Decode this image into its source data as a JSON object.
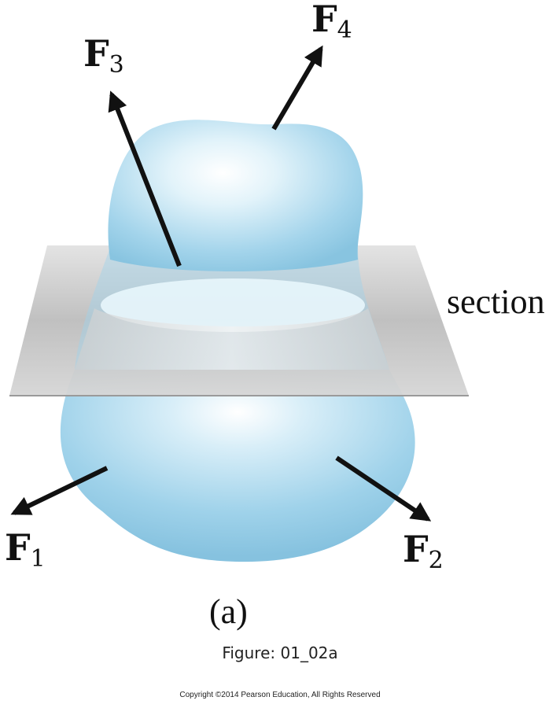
{
  "figure": {
    "section_label": "section",
    "part_label": "(a)",
    "caption": "Figure: 01_02a",
    "copyright": "Copyright ©2014 Pearson Education, All Rights Reserved",
    "forces": [
      {
        "symbol": "F",
        "subscript": "1"
      },
      {
        "symbol": "F",
        "subscript": "2"
      },
      {
        "symbol": "F",
        "subscript": "3"
      },
      {
        "symbol": "F",
        "subscript": "4"
      }
    ]
  },
  "colors": {
    "body": "#8cc8e4",
    "body_highlight": "#ffffff",
    "plane": "#c8c8c8",
    "arrow": "#111111"
  }
}
